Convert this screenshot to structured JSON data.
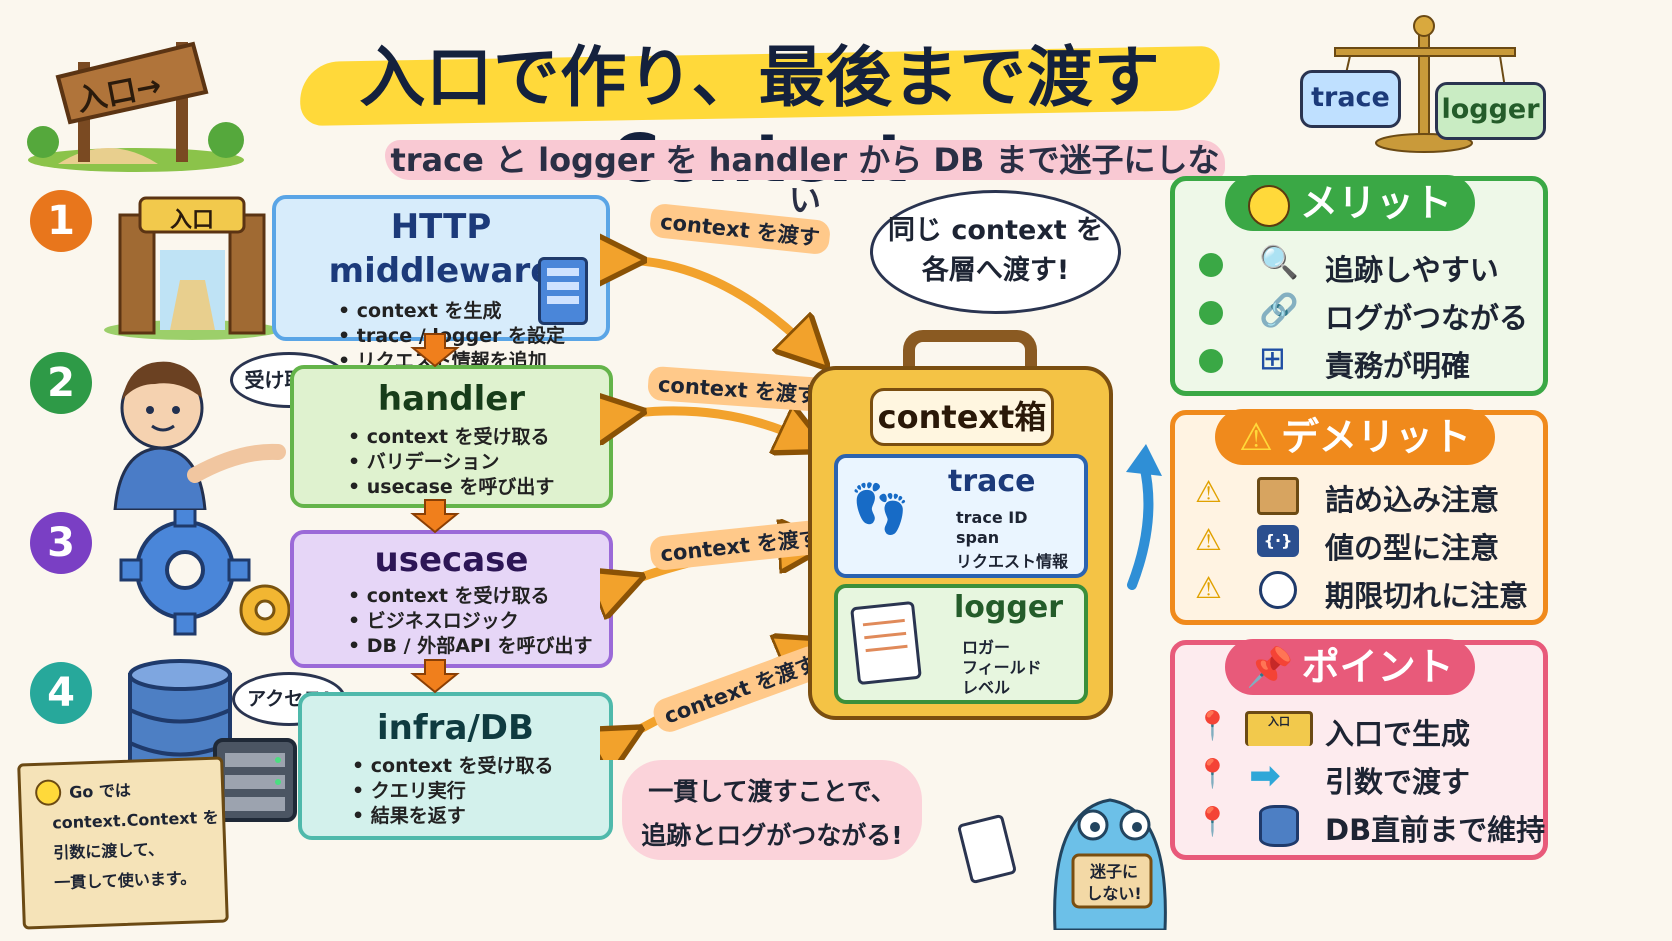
{
  "title": "入口で作り、最後まで渡すContext",
  "subtitle": "trace と logger を handler から DB まで迷子にしない",
  "sign_entrance": "入口→",
  "gate_label": "入口",
  "balance": {
    "left": "trace",
    "right": "logger"
  },
  "layers": [
    {
      "num": "1",
      "title": "HTTP middleware",
      "items": [
        "context を生成",
        "trace / logger を設定",
        "リクエスト情報を追加"
      ]
    },
    {
      "num": "2",
      "title": "handler",
      "items": [
        "context を受け取る",
        "バリデーション",
        "usecase を呼び出す"
      ]
    },
    {
      "num": "3",
      "title": "usecase",
      "items": [
        "context を受け取る",
        "ビジネスロジック",
        "DB / 外部API を呼び出す"
      ]
    },
    {
      "num": "4",
      "title": "infra/DB",
      "items": [
        "context を受け取る",
        "クエリ実行",
        "結果を返す"
      ]
    }
  ],
  "person_bubble": "受け取る!",
  "db_bubble": "アクセス!",
  "pass_label": "context を渡す",
  "context_bubble": [
    "同じ context を",
    "各層へ渡す!"
  ],
  "box": {
    "title": "context箱",
    "trace": {
      "title": "trace",
      "items": [
        "trace ID",
        "span",
        "リクエスト情報"
      ]
    },
    "logger": {
      "title": "logger",
      "items": [
        "ロガー",
        "フィールド",
        "レベル"
      ]
    }
  },
  "note": [
    "Go では",
    "context.Context を",
    "引数に渡して、",
    "一貫して使います。"
  ],
  "summary": [
    "一貫して渡すことで、",
    "追跡とログがつながる!"
  ],
  "gopher_sign": [
    "迷子に",
    "しない!"
  ],
  "merits": {
    "title": "メリット",
    "items": [
      "追跡しやすい",
      "ログがつながる",
      "責務が明確"
    ]
  },
  "demerits": {
    "title": "デメリット",
    "items": [
      "詰め込み注意",
      "値の型に注意",
      "期限切れに注意"
    ]
  },
  "points": {
    "title": "ポイント",
    "items": [
      "入口で生成",
      "引数で渡す",
      "DB直前まで維持"
    ],
    "gate_label": "入口"
  },
  "colors": {
    "step1": "#e8761c",
    "step2": "#2e9a47",
    "step3": "#7a3fc4",
    "step4": "#27a89b",
    "merit": "#3aa845",
    "demerit": "#f08a1c",
    "point": "#e85a7a",
    "arrow": "#f2a22c"
  }
}
